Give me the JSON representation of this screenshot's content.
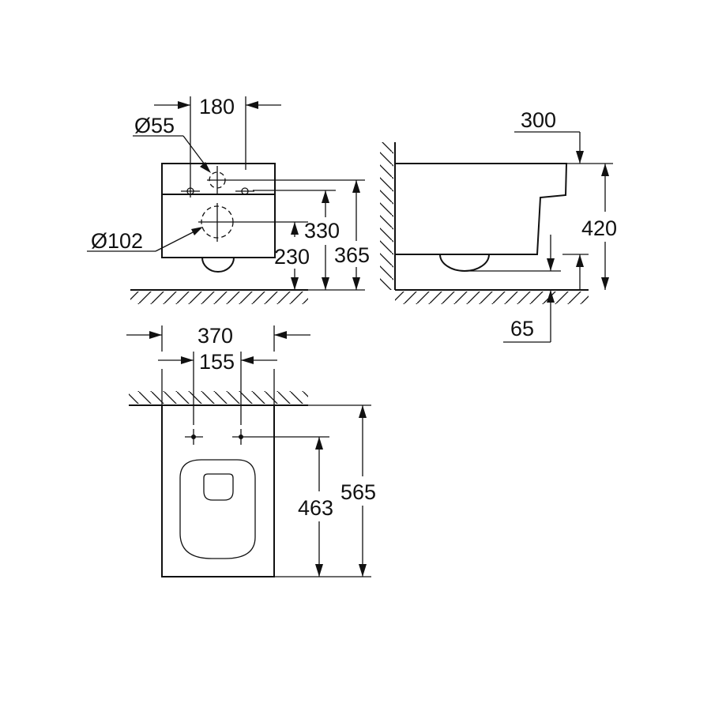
{
  "front_view": {
    "width_bolt_spacing": "180",
    "inlet_diameter": "Ø55",
    "outlet_diameter": "Ø102",
    "outlet_height": "230",
    "bolt_height": "330",
    "inlet_height": "365"
  },
  "side_view": {
    "inlet_offset": "300",
    "total_height": "420",
    "outlet_bottom_height": "65"
  },
  "top_view": {
    "width": "370",
    "bolt_spacing": "155",
    "bolt_to_front": "463",
    "depth": "565"
  },
  "colors": {
    "line": "#111111",
    "background": "#ffffff"
  }
}
